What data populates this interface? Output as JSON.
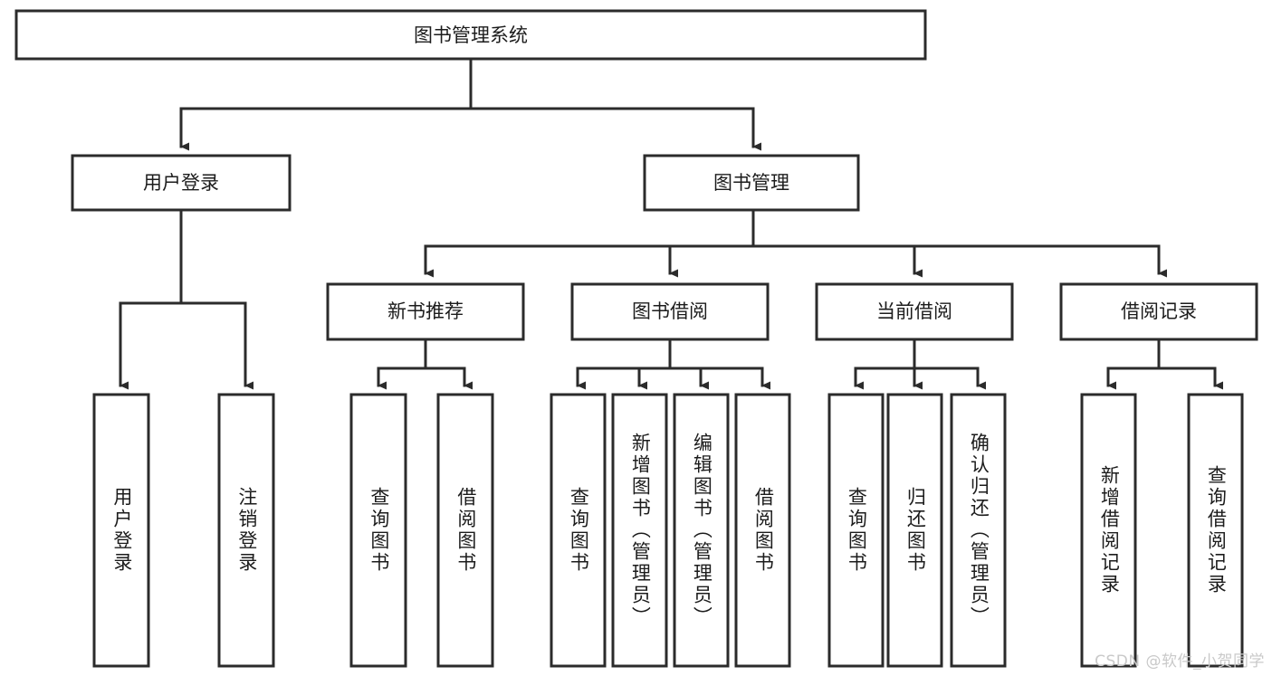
{
  "diagram": {
    "type": "tree",
    "orientation": "top-down",
    "root": {
      "label": "图书管理系统"
    },
    "level2": [
      {
        "label": "用户登录"
      },
      {
        "label": "图书管理"
      }
    ],
    "level3": [
      {
        "label": "新书推荐"
      },
      {
        "label": "图书借阅"
      },
      {
        "label": "当前借阅"
      },
      {
        "label": "借阅记录"
      }
    ],
    "leaves": {
      "user_login": [
        {
          "label": "用户登录"
        },
        {
          "label": "注销登录"
        }
      ],
      "new_book_recommend": [
        {
          "label": "查询图书"
        },
        {
          "label": "借阅图书"
        }
      ],
      "book_borrow": [
        {
          "label": "查询图书"
        },
        {
          "label": "新增图书（管理员）"
        },
        {
          "label": "编辑图书（管理员）"
        },
        {
          "label": "借阅图书"
        }
      ],
      "current_borrow": [
        {
          "label": "查询图书"
        },
        {
          "label": "归还图书"
        },
        {
          "label": "确认归还（管理员）"
        }
      ],
      "borrow_record": [
        {
          "label": "新增借阅记录"
        },
        {
          "label": "查询借阅记录"
        }
      ]
    }
  },
  "watermark": {
    "text": "CSDN @软件_小贺同学"
  },
  "colors": {
    "stroke": "#2b2b2b",
    "box_fill": "#ffffff",
    "text": "#1c1c1c",
    "watermark": "#c9c9c9",
    "background": "#ffffff"
  }
}
